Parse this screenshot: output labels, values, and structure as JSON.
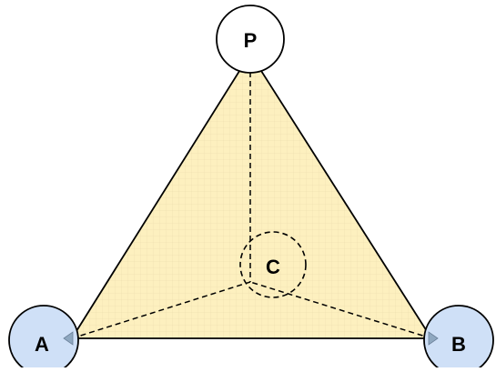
{
  "nodes": {
    "p": {
      "label": "P",
      "fill": "#ffffff"
    },
    "c": {
      "label": "C"
    },
    "a": {
      "label": "A",
      "fill": "#cfe0f7"
    },
    "b": {
      "label": "B",
      "fill": "#cfe0f7"
    }
  },
  "triangle": {
    "fill": "#fdf0bf",
    "grid_color": "#efe0b2",
    "stroke": "#000000"
  },
  "edges": {
    "style": "dashed",
    "connections": [
      "P-C",
      "A-C",
      "B-C"
    ]
  }
}
